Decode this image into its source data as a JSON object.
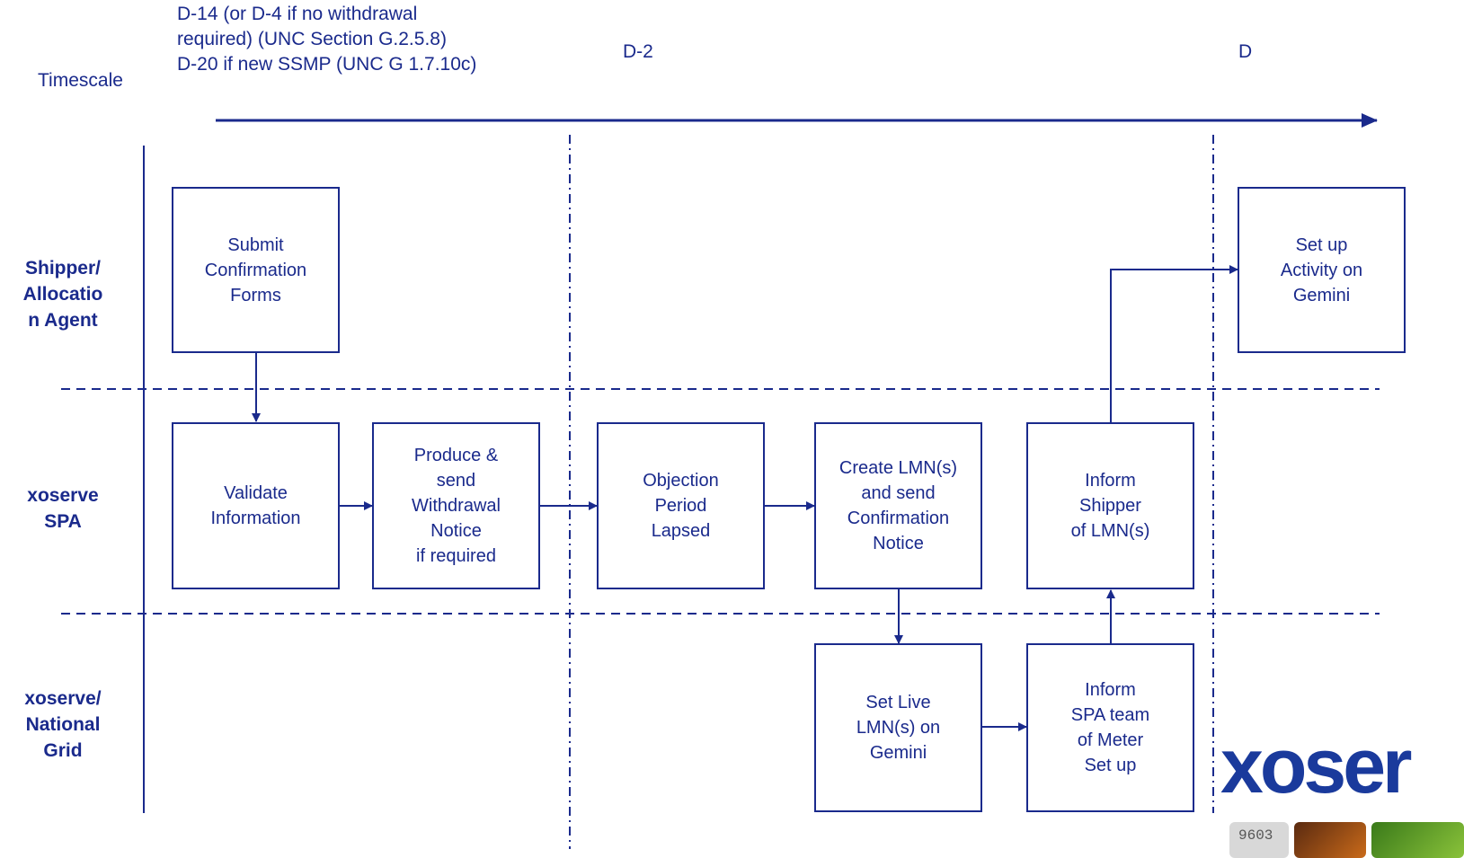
{
  "timescale": {
    "label": "Timescale",
    "markers": [
      {
        "id": "d14",
        "text": "D-14 (or D-4 if no withdrawal\nrequired) (UNC Section G.2.5.8)\nD-20 if new SSMP (UNC G 1.7.10c)"
      },
      {
        "id": "d2",
        "text": "D-2"
      },
      {
        "id": "d",
        "text": "D"
      }
    ]
  },
  "lanes": [
    {
      "id": "shipper",
      "label": "Shipper/\nAllocatio\nn Agent"
    },
    {
      "id": "spa",
      "label": "xoserve\nSPA"
    },
    {
      "id": "ng",
      "label": "xoserve/\nNational\nGrid"
    }
  ],
  "boxes": {
    "submit": "Submit\nConfirmation\nForms",
    "setup_activity": "Set up\nActivity on\nGemini",
    "validate": "Validate\nInformation",
    "produce": "Produce &\nsend\nWithdrawal\nNotice\nif required",
    "objection": "Objection\nPeriod\nLapsed",
    "create_lmn": "Create LMN(s)\nand send\nConfirmation\nNotice",
    "inform_shipper": "Inform\nShipper\nof LMN(s)",
    "set_live": "Set Live\nLMN(s) on\nGemini",
    "inform_spa": "Inform\nSPA team\nof Meter\nSet up"
  },
  "logo": {
    "text": "xoser",
    "tile_text": "9603",
    "colors": {
      "primary": "#1a2a8c",
      "logo": "#1a3a9c"
    }
  }
}
